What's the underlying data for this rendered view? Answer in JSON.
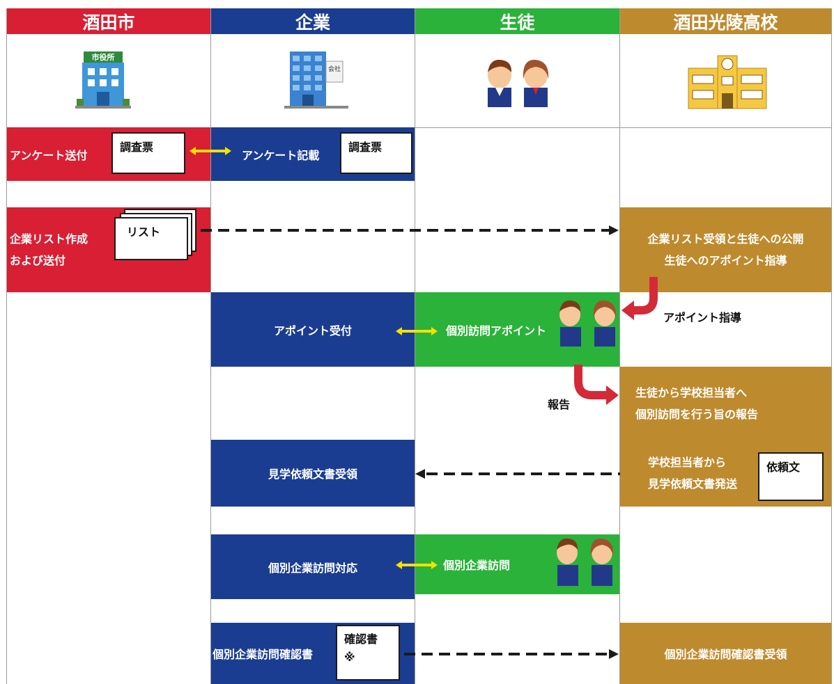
{
  "columns": [
    {
      "label": "酒田市",
      "color": "#d81f33",
      "icon": "city-hall-icon",
      "icon_text": "市役所"
    },
    {
      "label": "企業",
      "color": "#1b3d91",
      "icon": "office-building-icon",
      "icon_text": "会社"
    },
    {
      "label": "生徒",
      "color": "#2bb23a",
      "icon": "students-icon"
    },
    {
      "label": "酒田光陵高校",
      "color": "#be8a2e",
      "icon": "school-building-icon"
    }
  ],
  "steps": {
    "survey_send": "アンケート送付",
    "survey_doc": "調査票",
    "survey_fill": "アンケート記載",
    "survey_fill_doc": "調査票",
    "list_make_1": "企業リスト作成",
    "list_make_2": "および送付",
    "list_doc": "リスト",
    "list_receive_1": "企業リスト受領と生徒への公開",
    "list_receive_2": "生徒へのアポイント指導",
    "appoint_guidance": "アポイント指導",
    "appoint_accept": "アポイント受付",
    "appoint_student": "個別訪問アポイント",
    "report_label": "報告",
    "report_1": "生徒から学校担当者へ",
    "report_2": "個別訪問を行う旨の報告",
    "request_receive": "見学依頼文書受領",
    "request_send_1": "学校担当者から",
    "request_send_2": "見学依頼文書発送",
    "request_doc": "依頼文",
    "visit_company": "個別企業訪問対応",
    "visit_student": "個別企業訪問",
    "confirm_company": "個別企業訪問確認書",
    "confirm_doc": "確認書",
    "confirm_doc_mark": "※",
    "confirm_receive": "個別企業訪問確認書受領"
  },
  "colors": {
    "arrow_yellow": "#f5e100",
    "arrow_red": "#d42a37",
    "dashed": "#1a1a1a"
  }
}
